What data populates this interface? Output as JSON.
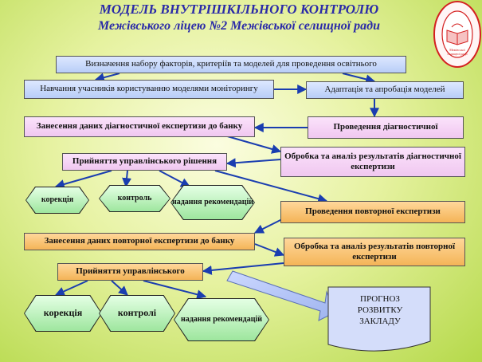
{
  "title": {
    "line1": "МОДЕЛЬ ВНУТРІШКІЛЬНОГО КОНТРОЛЮ",
    "line2": "Межівського ліцею №2 Межівської селищної ради"
  },
  "logo": {
    "ring_text": "КЗО \"Межівська середня загальноосвітня школа №2\"",
    "center_text": "Межівської селищної ради",
    "color": "#d42020",
    "icon": "open-book-emblem"
  },
  "boxes": {
    "factors": "Визначення набору факторів, критеріїв  та моделей для проведення освітнього",
    "training": "Навчання учасників користуванню моделями моніторингу",
    "adaptation": "Адаптація та апробація моделей",
    "entry1": "Занесення даних діагностичної експертизи до банку",
    "diagnostic": "Проведення діагностичної",
    "decision1": "Прийняття управлінського рішення",
    "analysis1": "Обробка та аналіз результатів діагностичної експертизи",
    "repeat": "Проведення повторної експертизи",
    "entry2": "Занесення даних повторної експертизи до банку",
    "analysis2": "Обробка  та аналіз результатів повторної експертизи",
    "decision2": "Прийняття управлінського",
    "forecast": "ПРОГНОЗ РОЗВИТКУ ЗАКЛАДУ"
  },
  "hex1": {
    "correction": "корекція",
    "control": "контроль",
    "recommend": "надання рекомендацій"
  },
  "hex2": {
    "correction": "корекція",
    "control": "контролі",
    "recommend": "надання рекомендацій"
  },
  "colors": {
    "blue": "#b8cdf7",
    "pink": "#f0c7f0",
    "orange": "#f4b457",
    "green": "#9ee69e",
    "title": "#2a2aa8",
    "arrow": "#1a3db0"
  }
}
